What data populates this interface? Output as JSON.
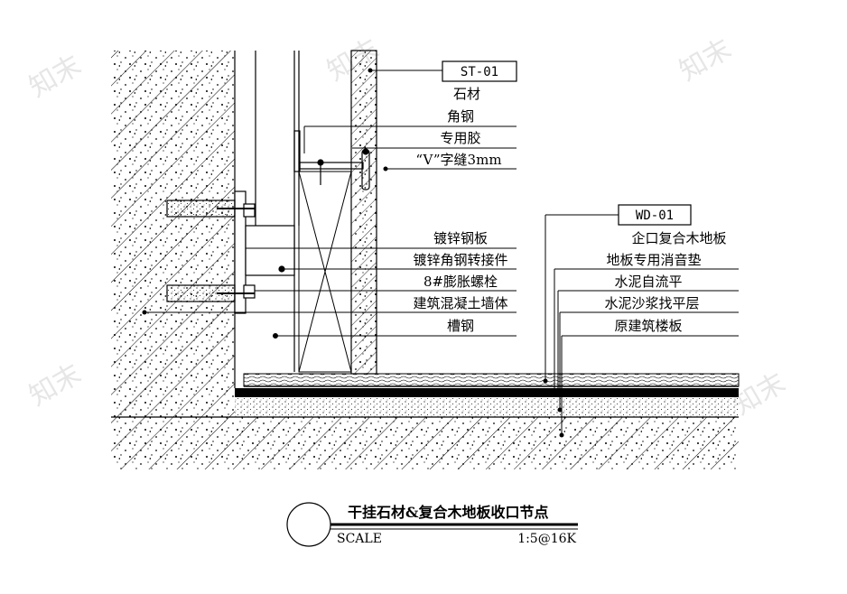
{
  "stone_tag": "ST-01",
  "wood_tag": "WD-01",
  "top_labels": [
    "石材",
    "角钢",
    "专用胶",
    "“V”字缝3mm"
  ],
  "left_labels": [
    "镀锌钢板",
    "镀锌角钢转接件",
    "8#膨胀螺栓",
    "建筑混凝土墙体",
    "槽钢"
  ],
  "right_labels": [
    "企口复合木地板",
    "地板专用消音垫",
    "水泥自流平",
    "水泥沙浆找平层",
    "原建筑楼板"
  ],
  "title": "干挂石材&复合木地板收口节点",
  "scale_label": "SCALE",
  "scale_value": "1:5@16K",
  "watermark": "知末"
}
